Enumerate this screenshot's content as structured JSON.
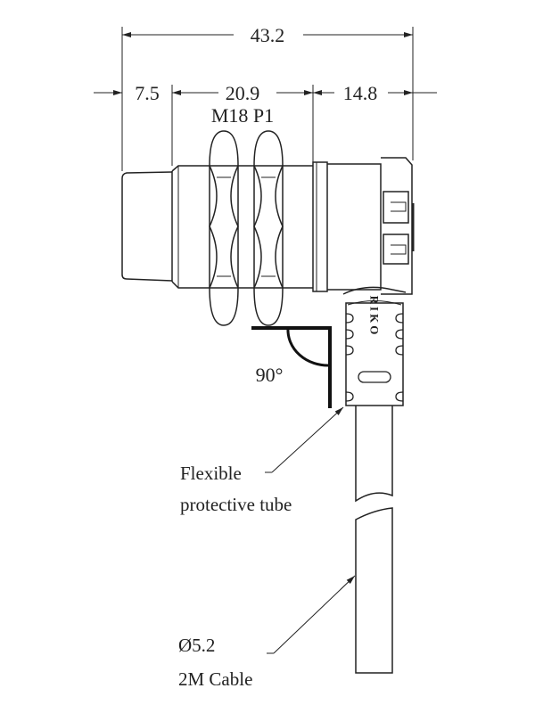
{
  "dimensions": {
    "overall_length": "43.2",
    "front_length": "7.5",
    "thread_length": "20.9",
    "rear_length": "14.8",
    "thread_spec": "M18 P1"
  },
  "angle_label": "90°",
  "brand_mark": "RIKO",
  "callouts": {
    "tube_line1": "Flexible",
    "tube_line2": "protective tube",
    "cable_line1": "Ø5.2",
    "cable_line2": "2M Cable"
  }
}
